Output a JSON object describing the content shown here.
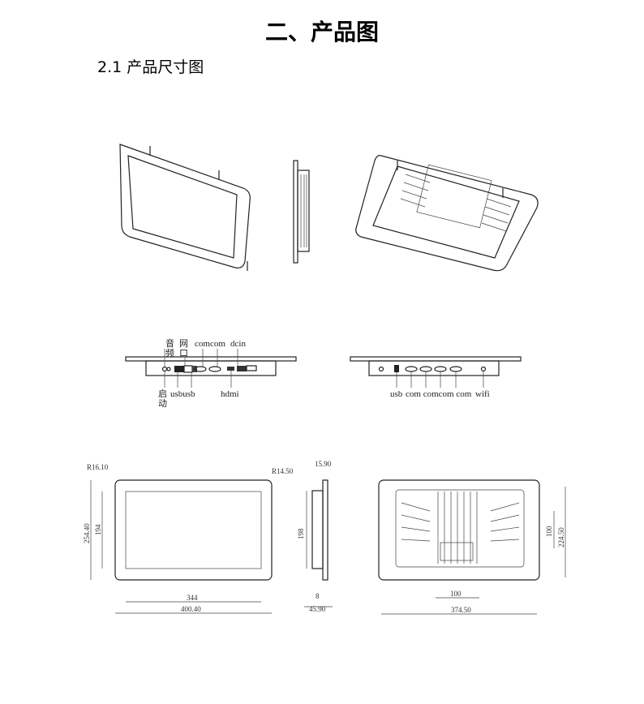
{
  "heading": "二、产品图",
  "section": "2.1 产品尺寸图",
  "port_labels_left": {
    "audio_1": "音",
    "audio_2": "频",
    "lan_1": "网",
    "lan_2": "口",
    "com": "comcom",
    "dcin": "dcin",
    "power_1": "启",
    "power_2": "动",
    "usb": "usbusb",
    "hdmi": "hdmi"
  },
  "port_labels_right": {
    "usb": "usb",
    "com": "com comcom com",
    "wifi": "wifi"
  },
  "dimensions": {
    "corner_left": "R16.10",
    "corner_right": "R14.50",
    "height_outer": "254.40",
    "height_screen": "194",
    "width_screen": "344",
    "width_outer": "400.40",
    "side_top": "15.90",
    "side_height": "198",
    "side_min": "8",
    "side_depth": "45.90",
    "back_vesa_h": "100",
    "back_height": "224.50",
    "back_vesa_w": "100",
    "back_width": "374.50"
  }
}
